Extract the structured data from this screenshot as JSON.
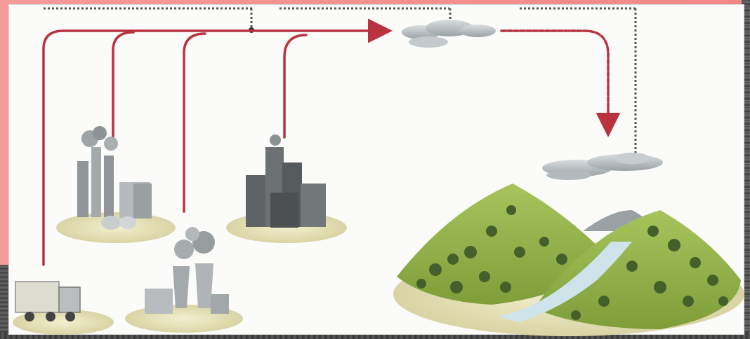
{
  "figure": {
    "colors": {
      "frame_pink": "#f18888",
      "arrow_red": "#b9333f",
      "dotted_gray": "#555555",
      "cloud_gray": "#b8bec2",
      "ground_tan": "#e6e2b8",
      "hill_green": "#8fb34a",
      "tree_dark": "#44602a",
      "factory_gray": "#9fa4a6",
      "city_dark": "#5c6064",
      "river_blue": "#cfe3ea"
    },
    "elements": [
      "truck",
      "factory-complex",
      "power-plant",
      "city-buildings",
      "smoke-cloud",
      "rain-cloud",
      "forested-hills",
      "river"
    ]
  }
}
